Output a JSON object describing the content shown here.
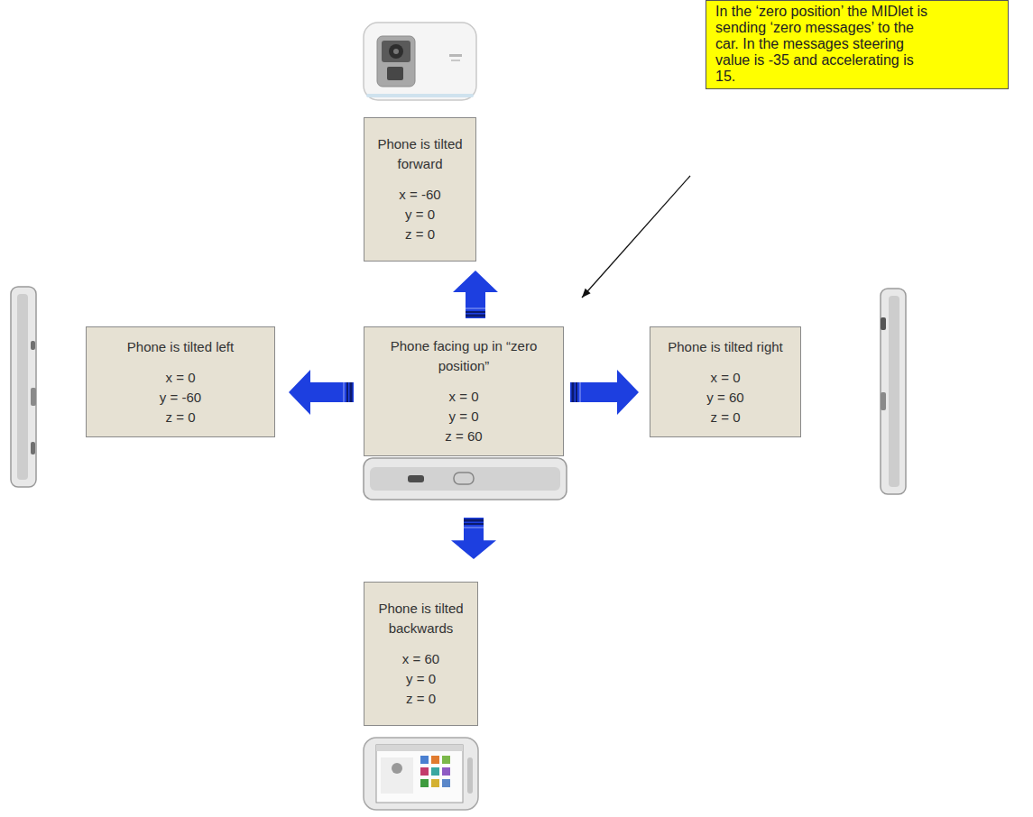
{
  "diagram": {
    "nodes": [
      {
        "text": [
          "Phone is tilted forward",
          "x = -60",
          "y = 0",
          "z = 0"
        ]
      },
      {
        "text": [
          "In the ‘zero position’ the MIDlet is sending ‘zero messages’ to the car. In the messages steering value is -35 and accelerating is 15."
        ]
      },
      {
        "text": [
          "Phone is tilted left",
          "x = 0",
          "y = -60",
          "z = 0"
        ]
      },
      {
        "text": [
          "Phone facing up in “zero position”",
          "x = 0",
          "y = 0",
          "z = 60"
        ]
      },
      {
        "text": [
          "Phone is tilted right",
          "x = 0",
          "y = 60",
          "z = 0"
        ]
      },
      {
        "text": [
          "Phone is tilted backwards",
          "x = 60",
          "y = 0",
          "z = 0"
        ]
      }
    ],
    "edges": [
      {
        "from": 3,
        "to": 0,
        "arrow": "to"
      },
      {
        "from": 3,
        "to": 2,
        "arrow": "to"
      },
      {
        "from": 3,
        "to": 4,
        "arrow": "to"
      },
      {
        "from": 3,
        "to": 5,
        "arrow": "to"
      },
      {
        "from": 1,
        "to": 3,
        "arrow": "to"
      }
    ]
  }
}
